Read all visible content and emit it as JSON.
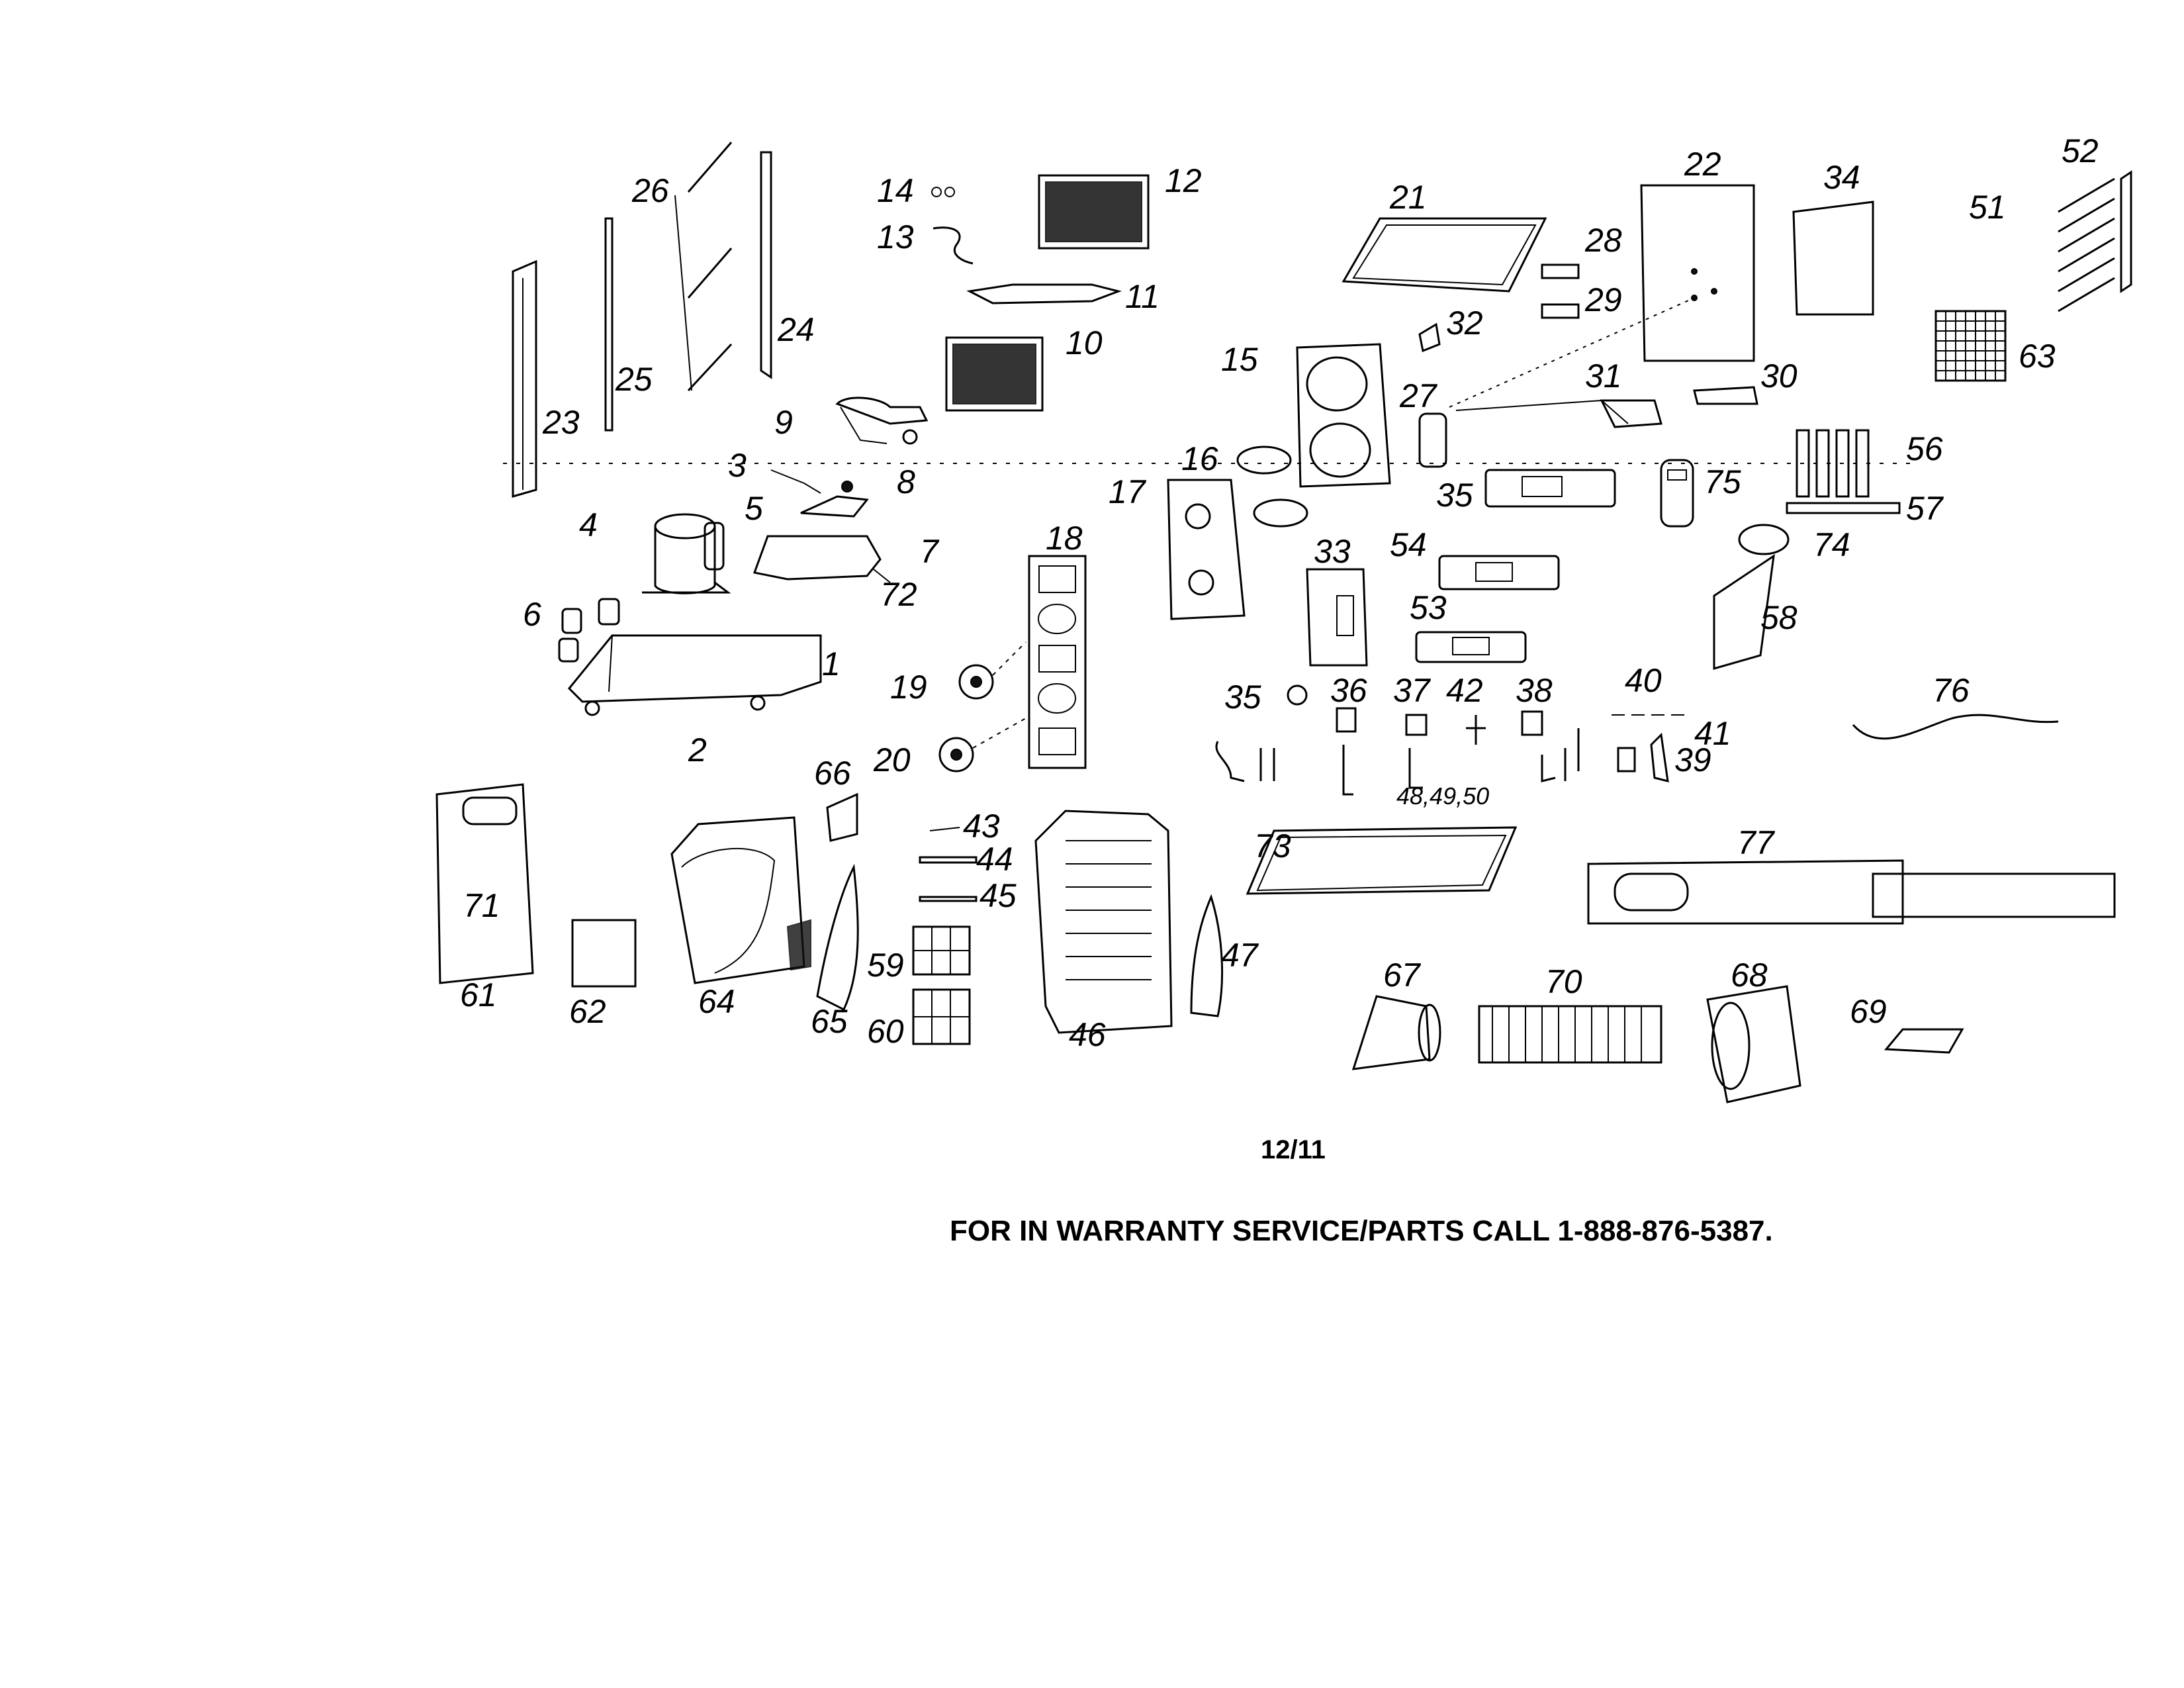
{
  "diagram": {
    "date_code": "12/11",
    "warranty_note": "FOR IN WARRANTY SERVICE/PARTS CALL 1-888-876-5387.",
    "callouts": [
      "1",
      "2",
      "3",
      "4",
      "5",
      "6",
      "7",
      "8",
      "9",
      "10",
      "11",
      "12",
      "13",
      "14",
      "15",
      "16",
      "17",
      "18",
      "19",
      "20",
      "21",
      "22",
      "23",
      "24",
      "25",
      "26",
      "27",
      "28",
      "29",
      "30",
      "31",
      "32",
      "33",
      "34",
      "35",
      "35",
      "36",
      "37",
      "38",
      "39",
      "40",
      "41",
      "42",
      "43",
      "44",
      "45",
      "46",
      "47",
      "48,49,50",
      "51",
      "52",
      "53",
      "54",
      "56",
      "57",
      "58",
      "59",
      "60",
      "61",
      "62",
      "63",
      "64",
      "65",
      "66",
      "67",
      "68",
      "69",
      "70",
      "71",
      "72",
      "73",
      "74",
      "75",
      "76",
      "77"
    ]
  }
}
